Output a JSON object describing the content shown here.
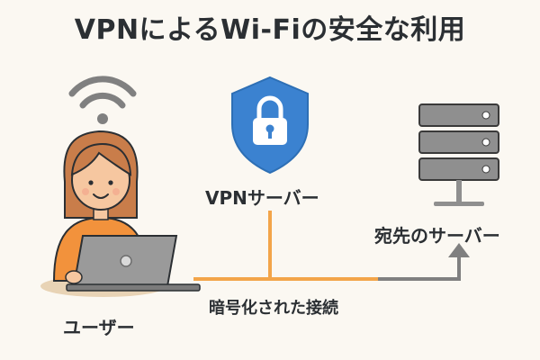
{
  "title": "VPNによるWi-Fiの安全な利用",
  "labels": {
    "vpn_server": "VPNサーバー",
    "destination_server": "宛先のサーバー",
    "user": "ユーザー",
    "encrypted_connection": "暗号化された接続"
  },
  "colors": {
    "shield": "#3b82d0",
    "connection_line": "#f3a54a",
    "arrow_line": "#808080",
    "server": "#8f8f8f",
    "text": "#2b2f33"
  },
  "icons": [
    "wifi-icon",
    "shield-lock-icon",
    "server-rack-icon",
    "user-avatar",
    "laptop-icon"
  ]
}
